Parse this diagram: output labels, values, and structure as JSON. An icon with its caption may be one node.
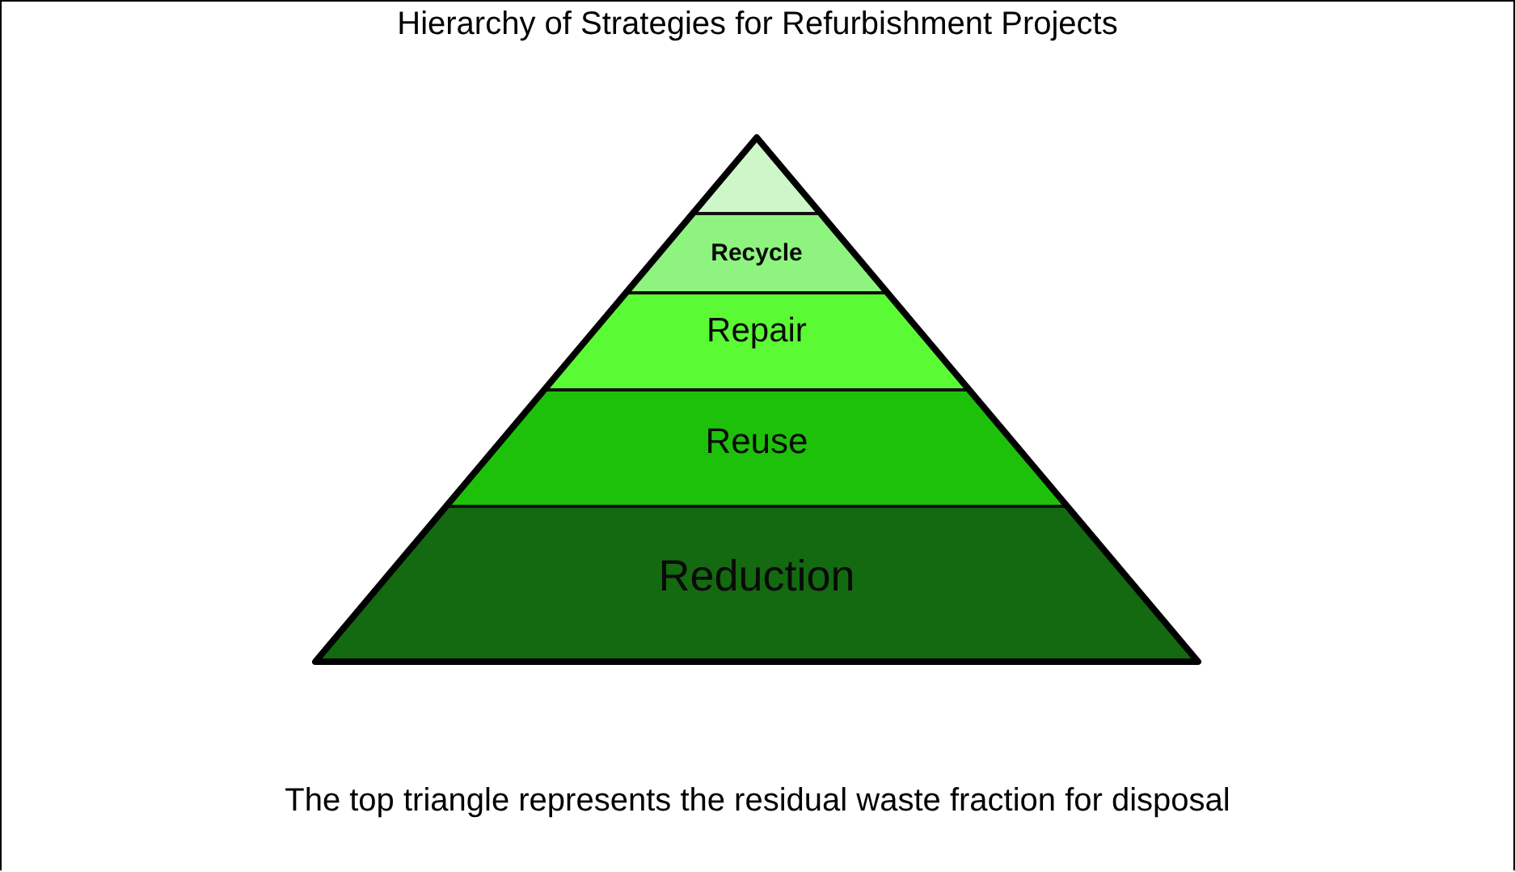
{
  "diagram": {
    "title": "Hierarchy of Strategies for Refurbishment Projects",
    "caption": "The top triangle represents the residual waste fraction for disposal",
    "nodes": [
      {
        "text": [],
        "shape": "triangle"
      },
      {
        "text": [
          "Recycle"
        ]
      },
      {
        "text": [
          "Repair"
        ]
      },
      {
        "text": [
          "Reuse"
        ]
      },
      {
        "text": [
          "Reduction"
        ]
      }
    ]
  }
}
